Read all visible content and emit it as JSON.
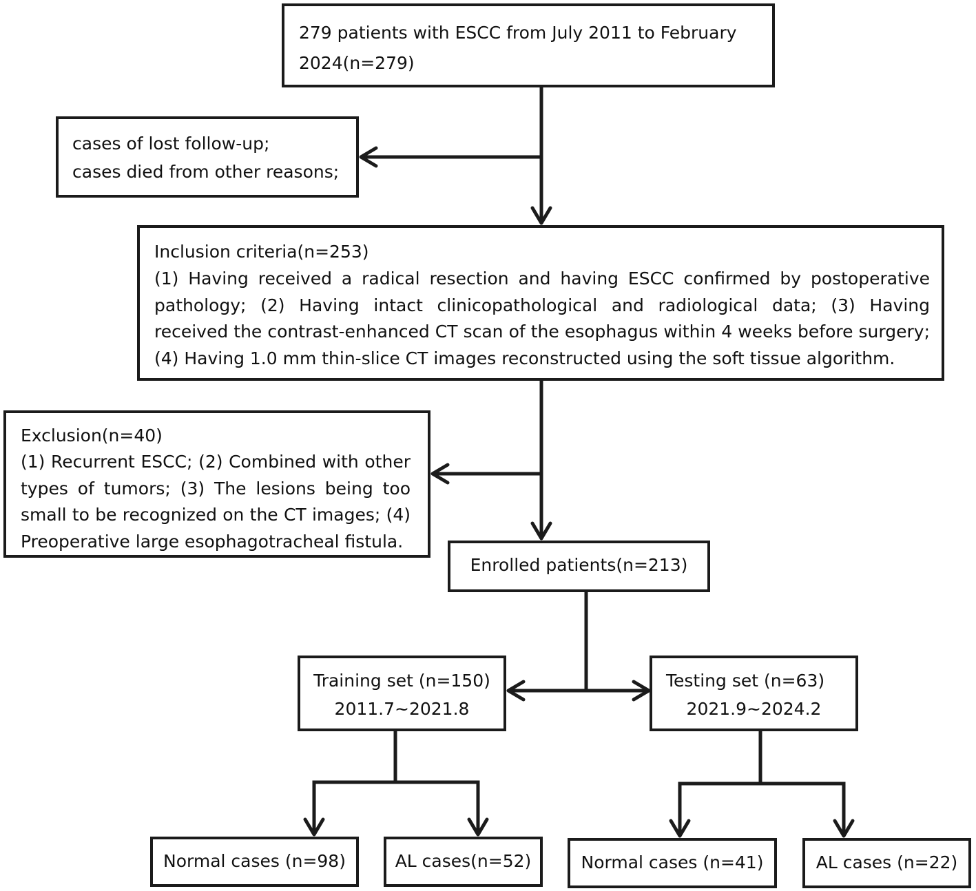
{
  "start": {
    "line1": "279 patients with ESCC from July 2011 to February",
    "line2": "2024(n=279)"
  },
  "lost": {
    "line1": "cases of lost follow-up;",
    "line2": "cases died from other reasons;"
  },
  "inclusion": {
    "title": "Inclusion criteria(n=253)",
    "text": "(1) Having received a radical resection and having ESCC confirmed by postoperative pathology; (2) Having intact clinicopathological and radiological data; (3) Having received the contrast-enhanced CT scan of the esophagus within 4 weeks before surgery; (4) Having 1.0 mm thin-slice CT images reconstructed using the soft tissue algorithm."
  },
  "exclusion": {
    "title": "Exclusion(n=40)",
    "text": "(1) Recurrent ESCC; (2) Combined with other types of tumors; (3) The lesions being too small to be recognized on the CT images; (4) Preoperative large esophagotracheal fistula."
  },
  "enrolled": {
    "label": "Enrolled patients(n=213)"
  },
  "training": {
    "line1": "Training set (n=150)",
    "line2": "2011.7~2021.8"
  },
  "testing": {
    "line1": "Testing set (n=63)",
    "line2": "2021.9~2024.2"
  },
  "train_normal": {
    "label": "Normal cases (n=98)"
  },
  "train_al": {
    "label": "AL cases(n=52)"
  },
  "test_normal": {
    "label": "Normal cases (n=41)"
  },
  "test_al": {
    "label": "AL cases (n=22)"
  }
}
